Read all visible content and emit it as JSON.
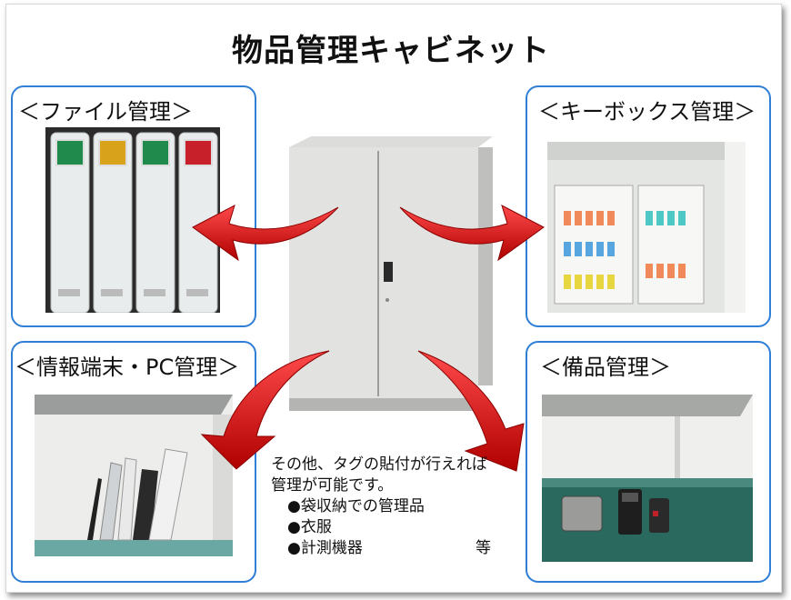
{
  "title": "物品管理キャビネット",
  "panels": {
    "files": {
      "label": "＜ファイル管理＞"
    },
    "keybox": {
      "label": "＜キーボックス管理＞"
    },
    "devices": {
      "label": "＜情報端末・PC管理＞"
    },
    "equipment": {
      "label": "＜備品管理＞"
    }
  },
  "note": {
    "line1": "その他、タグの貼付が行えれば",
    "line2": "管理が可能です。",
    "bullets": [
      "●袋収納での管理品",
      "●衣服",
      "●計測機器"
    ],
    "etc": "等"
  },
  "colors": {
    "panel_border": "#2f7fd6",
    "arrow": "#d01010"
  }
}
